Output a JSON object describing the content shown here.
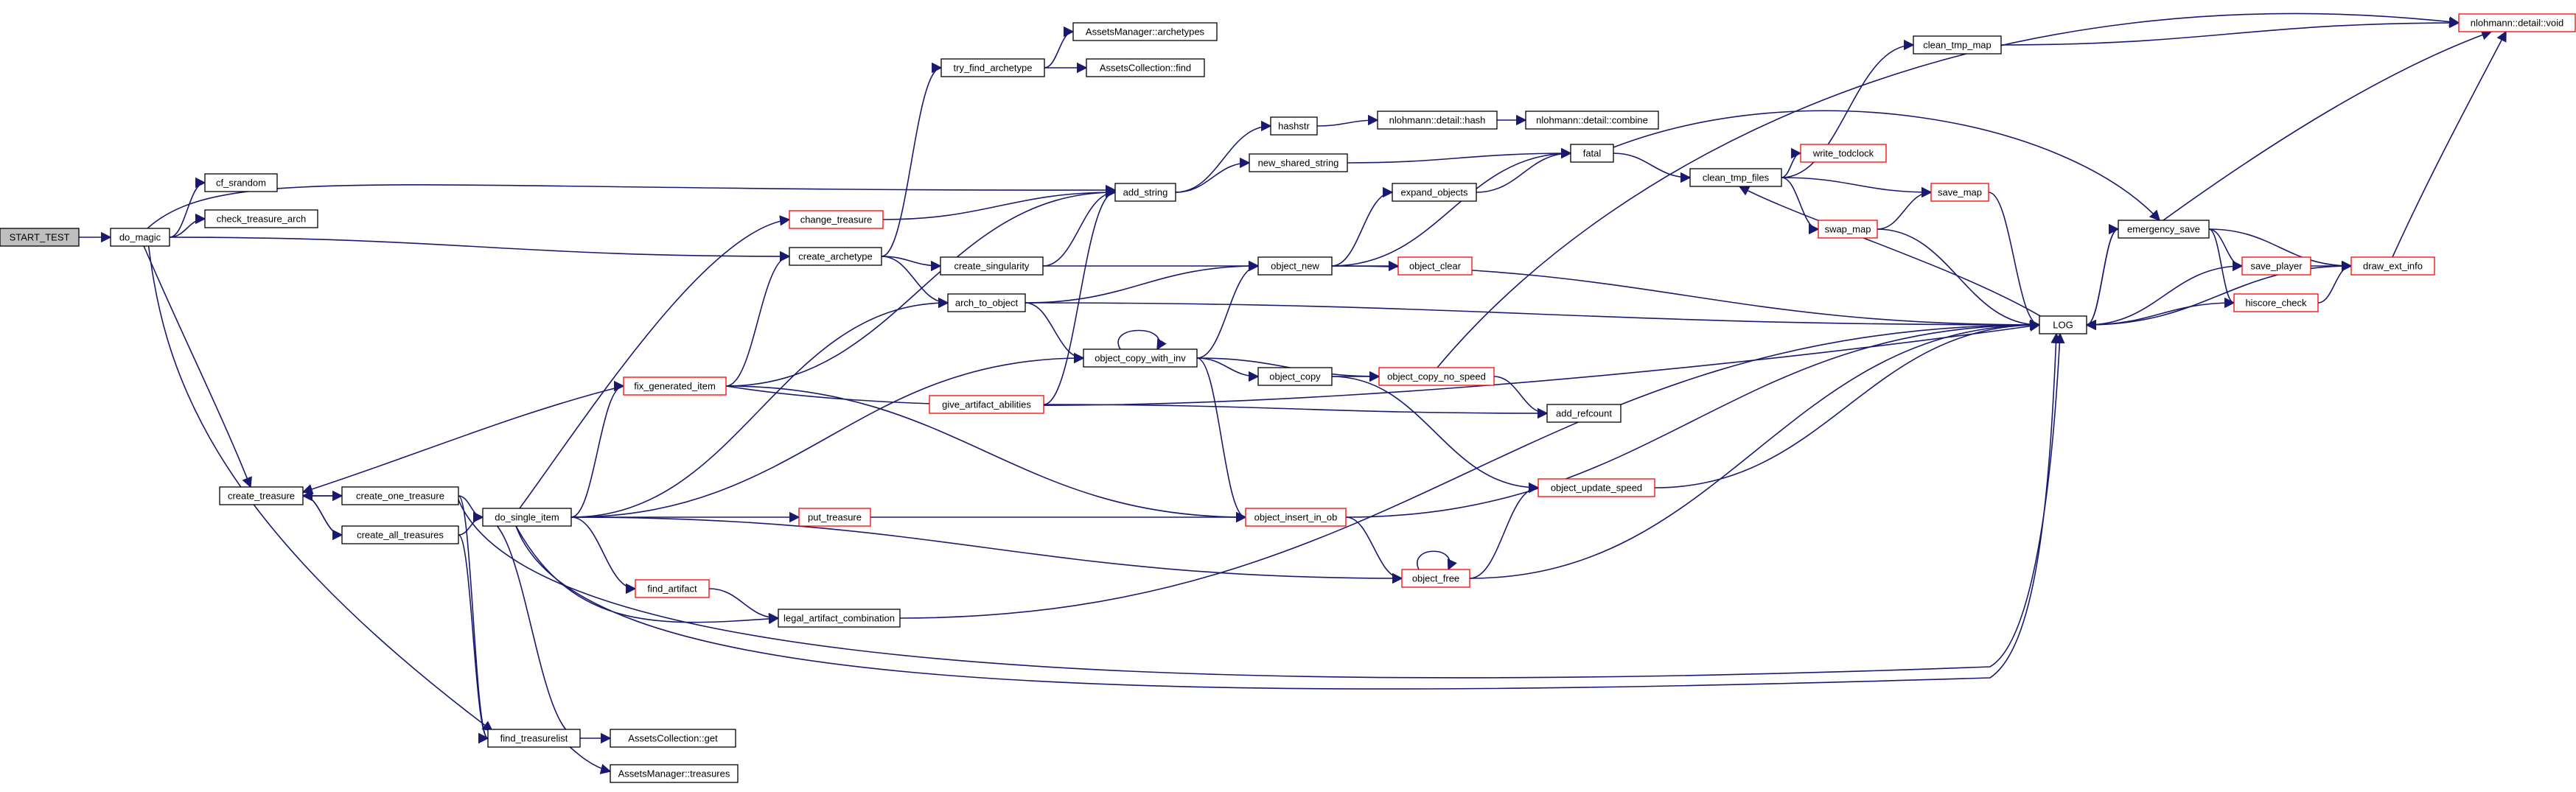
{
  "diagram": {
    "type": "call-graph",
    "edge_color": "#191970",
    "box_color": "#000000",
    "highlight_box_color": "#ff0000",
    "root_fill": "#bfbfbf"
  },
  "nodes": [
    {
      "id": "start_test",
      "label": "START_TEST",
      "style": "root"
    },
    {
      "id": "do_magic",
      "label": "do_magic",
      "style": "black"
    },
    {
      "id": "cf_srandom",
      "label": "cf_srandom",
      "style": "black"
    },
    {
      "id": "check_treasure_arch",
      "label": "check_treasure_arch",
      "style": "black"
    },
    {
      "id": "create_treasure",
      "label": "create_treasure",
      "style": "black"
    },
    {
      "id": "create_one_treasure",
      "label": "create_one_treasure",
      "style": "black"
    },
    {
      "id": "create_all_treasures",
      "label": "create_all_treasures",
      "style": "black"
    },
    {
      "id": "find_treasurelist",
      "label": "find_treasurelist",
      "style": "black"
    },
    {
      "id": "assetscollection_get",
      "label": "AssetsCollection::get",
      "style": "black"
    },
    {
      "id": "assetsmanager_treasures",
      "label": "AssetsManager::treasures",
      "style": "black"
    },
    {
      "id": "try_find_archetype",
      "label": "try_find_archetype",
      "style": "black"
    },
    {
      "id": "assetsmanager_archetypes",
      "label": "AssetsManager::archetypes",
      "style": "black"
    },
    {
      "id": "assetscollection_find",
      "label": "AssetsCollection::find",
      "style": "black"
    },
    {
      "id": "change_treasure",
      "label": "change_treasure",
      "style": "red"
    },
    {
      "id": "create_archetype",
      "label": "create_archetype",
      "style": "black"
    },
    {
      "id": "fix_generated_item",
      "label": "fix_generated_item",
      "style": "red"
    },
    {
      "id": "do_single_item",
      "label": "do_single_item",
      "style": "black"
    },
    {
      "id": "give_artifact_abilities",
      "label": "give_artifact_abilities",
      "style": "red"
    },
    {
      "id": "put_treasure",
      "label": "put_treasure",
      "style": "red"
    },
    {
      "id": "find_artifact",
      "label": "find_artifact",
      "style": "red"
    },
    {
      "id": "legal_artifact_combination",
      "label": "legal_artifact_combination",
      "style": "black"
    },
    {
      "id": "add_string",
      "label": "add_string",
      "style": "black"
    },
    {
      "id": "hashstr",
      "label": "hashstr",
      "style": "black"
    },
    {
      "id": "nlohmann_detail_hash",
      "label": "nlohmann::detail::hash",
      "style": "black"
    },
    {
      "id": "nlohmann_detail_combine",
      "label": "nlohmann::detail::combine",
      "style": "black"
    },
    {
      "id": "new_shared_string",
      "label": "new_shared_string",
      "style": "black"
    },
    {
      "id": "fatal",
      "label": "fatal",
      "style": "black"
    },
    {
      "id": "create_singularity",
      "label": "create_singularity",
      "style": "black"
    },
    {
      "id": "arch_to_object",
      "label": "arch_to_object",
      "style": "black"
    },
    {
      "id": "object_new",
      "label": "object_new",
      "style": "black"
    },
    {
      "id": "expand_objects",
      "label": "expand_objects",
      "style": "black"
    },
    {
      "id": "object_clear",
      "label": "object_clear",
      "style": "red"
    },
    {
      "id": "object_copy_with_inv",
      "label": "object_copy_with_inv",
      "style": "black"
    },
    {
      "id": "object_copy",
      "label": "object_copy",
      "style": "black"
    },
    {
      "id": "object_copy_no_speed",
      "label": "object_copy_no_speed",
      "style": "red"
    },
    {
      "id": "add_refcount",
      "label": "add_refcount",
      "style": "black"
    },
    {
      "id": "object_update_speed",
      "label": "object_update_speed",
      "style": "red"
    },
    {
      "id": "object_insert_in_ob",
      "label": "object_insert_in_ob",
      "style": "red"
    },
    {
      "id": "object_free",
      "label": "object_free",
      "style": "red"
    },
    {
      "id": "clean_tmp_map",
      "label": "clean_tmp_map",
      "style": "black"
    },
    {
      "id": "clean_tmp_files",
      "label": "clean_tmp_files",
      "style": "black"
    },
    {
      "id": "write_todclock",
      "label": "write_todclock",
      "style": "red"
    },
    {
      "id": "save_map",
      "label": "save_map",
      "style": "red"
    },
    {
      "id": "swap_map",
      "label": "swap_map",
      "style": "red"
    },
    {
      "id": "log",
      "label": "LOG",
      "style": "black"
    },
    {
      "id": "emergency_save",
      "label": "emergency_save",
      "style": "black"
    },
    {
      "id": "save_player",
      "label": "save_player",
      "style": "red"
    },
    {
      "id": "hiscore_check",
      "label": "hiscore_check",
      "style": "red"
    },
    {
      "id": "draw_ext_info",
      "label": "draw_ext_info",
      "style": "red"
    },
    {
      "id": "nlohmann_detail_void",
      "label": "nlohmann::detail::void",
      "style": "red"
    }
  ],
  "edges": [
    [
      "start_test",
      "do_magic"
    ],
    [
      "do_magic",
      "cf_srandom"
    ],
    [
      "do_magic",
      "check_treasure_arch"
    ],
    [
      "do_magic",
      "create_treasure"
    ],
    [
      "do_magic",
      "create_archetype"
    ],
    [
      "do_magic",
      "add_string"
    ],
    [
      "do_magic",
      "find_treasurelist"
    ],
    [
      "create_treasure",
      "create_one_treasure"
    ],
    [
      "create_treasure",
      "create_all_treasures"
    ],
    [
      "create_one_treasure",
      "create_treasure"
    ],
    [
      "create_one_treasure",
      "do_single_item"
    ],
    [
      "create_one_treasure",
      "find_treasurelist"
    ],
    [
      "create_one_treasure",
      "log"
    ],
    [
      "create_all_treasures",
      "create_treasure"
    ],
    [
      "create_all_treasures",
      "do_single_item"
    ],
    [
      "create_all_treasures",
      "find_treasurelist"
    ],
    [
      "find_treasurelist",
      "assetscollection_get"
    ],
    [
      "find_treasurelist",
      "assetsmanager_treasures"
    ],
    [
      "do_single_item",
      "change_treasure"
    ],
    [
      "do_single_item",
      "fix_generated_item"
    ],
    [
      "do_single_item",
      "arch_to_object"
    ],
    [
      "do_single_item",
      "object_copy_with_inv"
    ],
    [
      "do_single_item",
      "put_treasure"
    ],
    [
      "do_single_item",
      "object_free"
    ],
    [
      "do_single_item",
      "find_artifact"
    ],
    [
      "do_single_item",
      "legal_artifact_combination"
    ],
    [
      "do_single_item",
      "find_treasurelist"
    ],
    [
      "do_single_item",
      "log"
    ],
    [
      "change_treasure",
      "add_string"
    ],
    [
      "create_archetype",
      "try_find_archetype"
    ],
    [
      "create_archetype",
      "create_singularity"
    ],
    [
      "create_archetype",
      "arch_to_object"
    ],
    [
      "try_find_archetype",
      "assetsmanager_archetypes"
    ],
    [
      "try_find_archetype",
      "assetscollection_find"
    ],
    [
      "fix_generated_item",
      "create_archetype"
    ],
    [
      "fix_generated_item",
      "add_string"
    ],
    [
      "fix_generated_item",
      "create_treasure"
    ],
    [
      "fix_generated_item",
      "object_insert_in_ob"
    ],
    [
      "fix_generated_item",
      "log"
    ],
    [
      "give_artifact_abilities",
      "add_string"
    ],
    [
      "give_artifact_abilities",
      "add_refcount"
    ],
    [
      "put_treasure",
      "object_insert_in_ob"
    ],
    [
      "find_artifact",
      "legal_artifact_combination"
    ],
    [
      "legal_artifact_combination",
      "log"
    ],
    [
      "add_string",
      "hashstr"
    ],
    [
      "add_string",
      "new_shared_string"
    ],
    [
      "hashstr",
      "nlohmann_detail_hash"
    ],
    [
      "nlohmann_detail_hash",
      "nlohmann_detail_combine"
    ],
    [
      "new_shared_string",
      "fatal"
    ],
    [
      "create_singularity",
      "add_string"
    ],
    [
      "create_singularity",
      "object_new"
    ],
    [
      "arch_to_object",
      "object_new"
    ],
    [
      "arch_to_object",
      "object_copy_with_inv"
    ],
    [
      "arch_to_object",
      "log"
    ],
    [
      "object_new",
      "expand_objects"
    ],
    [
      "object_new",
      "object_clear"
    ],
    [
      "object_new",
      "fatal"
    ],
    [
      "object_new",
      "log"
    ],
    [
      "expand_objects",
      "fatal"
    ],
    [
      "object_copy_with_inv",
      "object_copy_with_inv"
    ],
    [
      "object_copy_with_inv",
      "object_new"
    ],
    [
      "object_copy_with_inv",
      "object_copy"
    ],
    [
      "object_copy_with_inv",
      "object_copy_no_speed"
    ],
    [
      "object_copy_with_inv",
      "object_insert_in_ob"
    ],
    [
      "object_copy",
      "object_copy_no_speed"
    ],
    [
      "object_copy",
      "object_update_speed"
    ],
    [
      "object_copy_no_speed",
      "add_refcount"
    ],
    [
      "object_copy_no_speed",
      "nlohmann_detail_void"
    ],
    [
      "object_update_speed",
      "log"
    ],
    [
      "object_insert_in_ob",
      "object_free"
    ],
    [
      "object_insert_in_ob",
      "log"
    ],
    [
      "object_free",
      "object_free"
    ],
    [
      "object_free",
      "object_update_speed"
    ],
    [
      "object_free",
      "log"
    ],
    [
      "fatal",
      "clean_tmp_files"
    ],
    [
      "fatal",
      "emergency_save"
    ],
    [
      "clean_tmp_files",
      "clean_tmp_map"
    ],
    [
      "clean_tmp_files",
      "write_todclock"
    ],
    [
      "clean_tmp_files",
      "save_map"
    ],
    [
      "clean_tmp_files",
      "swap_map"
    ],
    [
      "clean_tmp_map",
      "nlohmann_detail_void"
    ],
    [
      "swap_map",
      "save_map"
    ],
    [
      "swap_map",
      "log"
    ],
    [
      "save_map",
      "log"
    ],
    [
      "log",
      "clean_tmp_files"
    ],
    [
      "log",
      "emergency_save"
    ],
    [
      "emergency_save",
      "log"
    ],
    [
      "emergency_save",
      "save_player"
    ],
    [
      "emergency_save",
      "hiscore_check"
    ],
    [
      "emergency_save",
      "draw_ext_info"
    ],
    [
      "emergency_save",
      "nlohmann_detail_void"
    ],
    [
      "save_player",
      "log"
    ],
    [
      "save_player",
      "draw_ext_info"
    ],
    [
      "hiscore_check",
      "log"
    ],
    [
      "hiscore_check",
      "draw_ext_info"
    ],
    [
      "draw_ext_info",
      "log"
    ],
    [
      "draw_ext_info",
      "nlohmann_detail_void"
    ]
  ]
}
